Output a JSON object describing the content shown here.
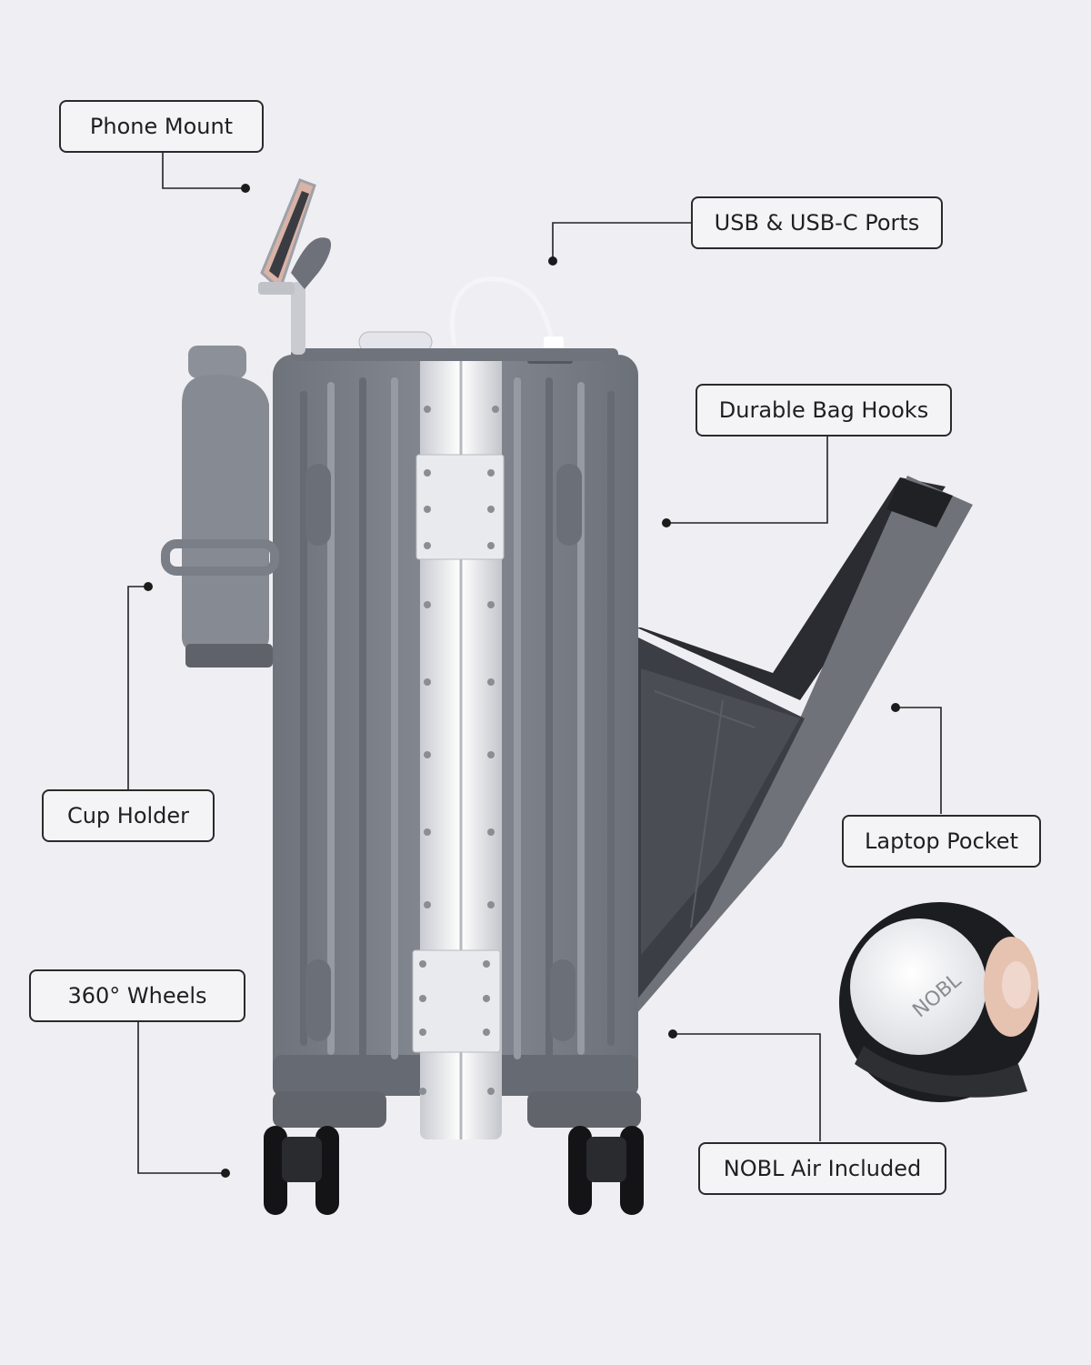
{
  "callouts": {
    "phone_mount": "Phone Mount",
    "usb_ports": "USB & USB-C Ports",
    "bag_hooks": "Durable Bag Hooks",
    "cup_holder": "Cup Holder",
    "laptop_pocket": "Laptop Pocket",
    "wheels": "360° Wheels",
    "nobl_air": "NOBL Air Included"
  },
  "tracker": {
    "brand_text": "NOBL"
  },
  "colors": {
    "background": "#efeff3",
    "shell": "#7d818a",
    "frame": "#e4e5e9",
    "text": "#1f1f1f"
  }
}
